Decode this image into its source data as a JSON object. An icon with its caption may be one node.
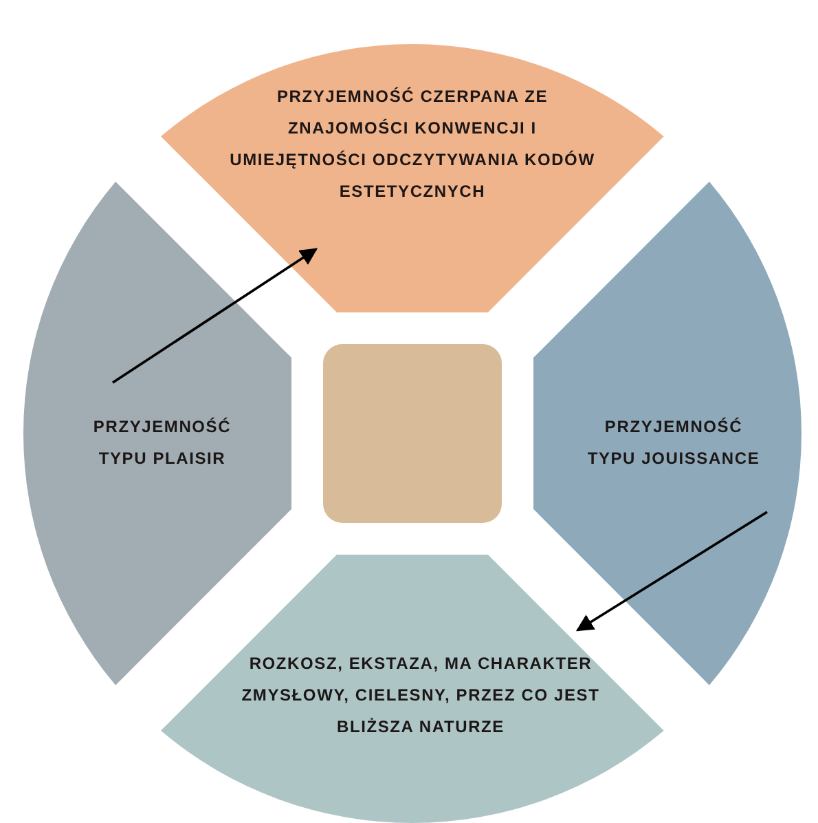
{
  "diagram": {
    "nodes": [
      {
        "text": [
          "PRZYJEMNOŚĆ CZERPANA ZE ZNAJOMOŚCI KONWENCJI I UMIEJĘTNOŚCI ODCZYTYWANIA KODÓW ESTETYCZNYCH"
        ]
      },
      {
        "text": [
          "PRZYJEMNOŚĆ TYPU PLAISIR"
        ]
      },
      {
        "text": [],
        "shape": "box"
      },
      {
        "text": [
          "PRZYJEMNOŚĆ TYPU JOUISSANCE"
        ]
      },
      {
        "text": [
          "ROZKOSZ, EKSTAZA, MA CHARAKTER ZMYSŁOWY, CIELESNY, PRZEZ CO JEST BLIŻSZA NATURZE"
        ]
      }
    ],
    "edges": [
      {
        "from": 1,
        "to": 0,
        "arrow": "to"
      },
      {
        "from": 3,
        "to": 4,
        "arrow": "to"
      }
    ]
  }
}
